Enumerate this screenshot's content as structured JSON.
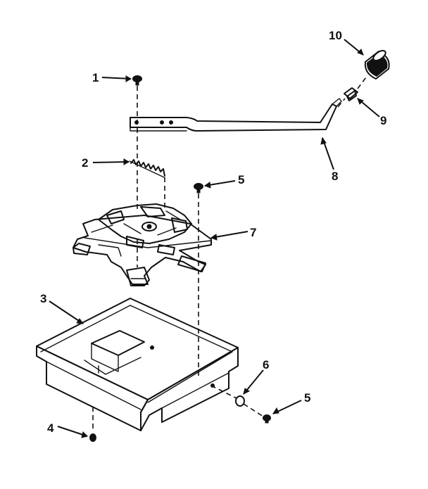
{
  "callouts": [
    {
      "id": "callout-1",
      "label": "1"
    },
    {
      "id": "callout-2",
      "label": "2"
    },
    {
      "id": "callout-3",
      "label": "3"
    },
    {
      "id": "callout-4",
      "label": "4"
    },
    {
      "id": "callout-5a",
      "label": "5"
    },
    {
      "id": "callout-5b",
      "label": "5"
    },
    {
      "id": "callout-6",
      "label": "6"
    },
    {
      "id": "callout-7",
      "label": "7"
    },
    {
      "id": "callout-8",
      "label": "8"
    },
    {
      "id": "callout-9",
      "label": "9"
    },
    {
      "id": "callout-10",
      "label": "10"
    }
  ],
  "colors": {
    "ink": "#111111",
    "paper": "#ffffff"
  }
}
